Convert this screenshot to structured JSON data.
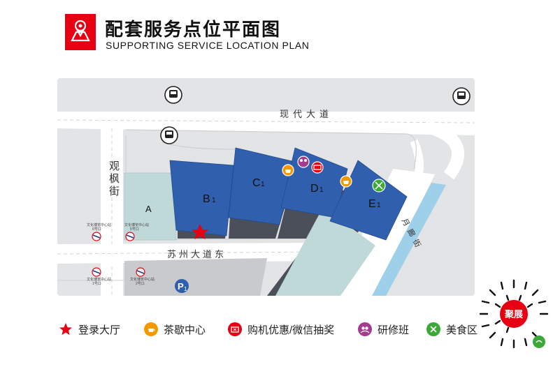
{
  "header": {
    "title_cn": "配套服务点位平面图",
    "title_en": "SUPPORTING SERVICE LOCATION PLAN",
    "icon": "map-pin-icon"
  },
  "map": {
    "roads": {
      "top": "现代大道",
      "left": "观枫街",
      "middle": "苏州大道东",
      "right": "月廊街"
    },
    "buildings": {
      "a": "A",
      "b": "B",
      "b_sub": "1",
      "c": "C",
      "c_sub": "1",
      "d": "D",
      "d_sub": "1",
      "e": "E",
      "e_sub": "1"
    },
    "parking": {
      "label": "P",
      "sub": "1"
    },
    "metro": [
      {
        "line1": "文化博览中心站",
        "line2": "6号口"
      },
      {
        "line1": "文化博览中心站",
        "line2": "5号口"
      },
      {
        "line1": "文化博览中心站",
        "line2": "1号口"
      },
      {
        "line1": "文化博览中心站",
        "line2": "2号口"
      }
    ],
    "icons": [
      "bus-icon",
      "metro-icon",
      "star-icon",
      "tea-icon",
      "ticket-icon",
      "training-icon",
      "food-icon"
    ]
  },
  "legend": [
    {
      "label": "登录大厅",
      "icon": "star-icon",
      "color": "#e60012"
    },
    {
      "label": "茶歇中心",
      "icon": "tea-icon",
      "color": "#f39800"
    },
    {
      "label": "购机优惠/微信抽奖",
      "icon": "ticket-icon",
      "color": "#e60012"
    },
    {
      "label": "研修班",
      "icon": "training-icon",
      "color": "#a33b8f"
    },
    {
      "label": "美食区",
      "icon": "food-icon",
      "color": "#3aa935"
    }
  ],
  "qr": {
    "brand": "聚展"
  },
  "colors": {
    "blue_building": "#2f5fad",
    "teal_building": "#bfd9d9",
    "shadow": "#4a4f59",
    "road": "#ffffff",
    "ground": "#e3e4e6",
    "water": "#9fd0e9",
    "accent": "#e60012"
  }
}
